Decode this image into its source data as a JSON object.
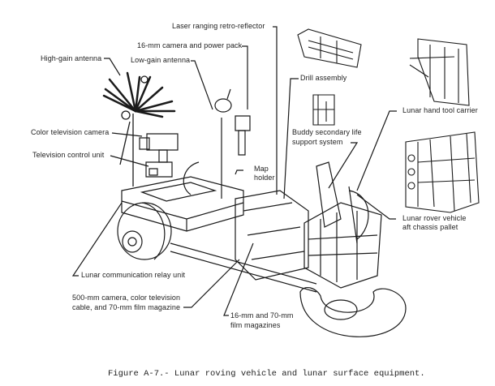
{
  "figure": {
    "caption": "Figure A-7.- Lunar roving vehicle and lunar surface equipment.",
    "labels": {
      "laser": "Laser ranging retro-reflector",
      "camera16": "16-mm camera and power pack",
      "high_gain": "High-gain antenna",
      "low_gain": "Low-gain antenna",
      "color_tv": "Color television camera",
      "tv_control": "Television control unit",
      "drill": "Drill assembly",
      "hand_tool": "Lunar hand tool carrier",
      "buddy_1": "Buddy secondary life",
      "buddy_2": "support system",
      "map_1": "Map",
      "map_2": "holder",
      "lrv_1": "Lunar rover vehicle",
      "lrv_2": "aft chassis pallet",
      "lcru": "Lunar communication relay unit",
      "cam500_1": "500-mm camera, color television",
      "cam500_2": "cable, and 70-mm film magazine",
      "film_1": "16-mm and 70-mm",
      "film_2": "film magazines"
    }
  }
}
